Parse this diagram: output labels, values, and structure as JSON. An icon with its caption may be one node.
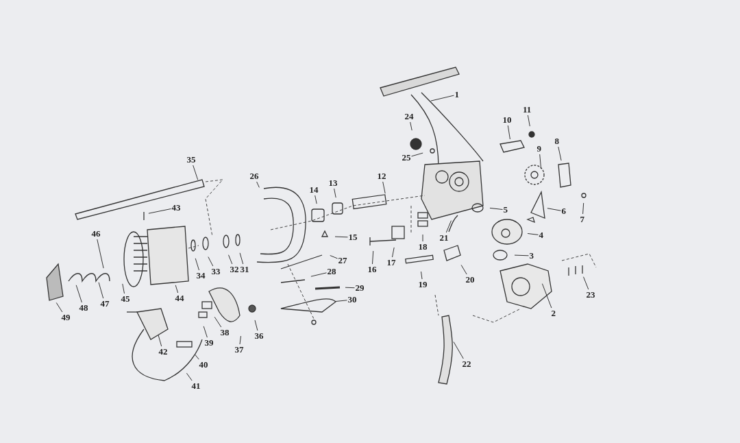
{
  "diagram": {
    "nodes": [
      {
        "text": [
          "1"
        ]
      },
      {
        "text": [
          "2"
        ]
      },
      {
        "text": [
          "3"
        ]
      },
      {
        "text": [
          "4"
        ]
      },
      {
        "text": [
          "5"
        ]
      },
      {
        "text": [
          "6"
        ]
      },
      {
        "text": [
          "7"
        ]
      },
      {
        "text": [
          "8"
        ]
      },
      {
        "text": [
          "9"
        ]
      },
      {
        "text": [
          "10"
        ]
      },
      {
        "text": [
          "11"
        ]
      },
      {
        "text": [
          "12"
        ]
      },
      {
        "text": [
          "13"
        ]
      },
      {
        "text": [
          "14"
        ]
      },
      {
        "text": [
          "15"
        ]
      },
      {
        "text": [
          "16"
        ]
      },
      {
        "text": [
          "17"
        ]
      },
      {
        "text": [
          "18"
        ]
      },
      {
        "text": [
          "19"
        ]
      },
      {
        "text": [
          "20"
        ]
      },
      {
        "text": [
          "21"
        ]
      },
      {
        "text": [
          "22"
        ]
      },
      {
        "text": [
          "23"
        ]
      },
      {
        "text": [
          "24"
        ]
      },
      {
        "text": [
          "25"
        ]
      },
      {
        "text": [
          "26"
        ]
      },
      {
        "text": [
          "27"
        ]
      },
      {
        "text": [
          "28"
        ]
      },
      {
        "text": [
          "29"
        ]
      },
      {
        "text": [
          "30"
        ]
      },
      {
        "text": [
          "31"
        ]
      },
      {
        "text": [
          "32"
        ]
      },
      {
        "text": [
          "33"
        ]
      },
      {
        "text": [
          "34"
        ]
      },
      {
        "text": [
          "35"
        ]
      },
      {
        "text": [
          "36"
        ]
      },
      {
        "text": [
          "37"
        ]
      },
      {
        "text": [
          "38"
        ]
      },
      {
        "text": [
          "39"
        ]
      },
      {
        "text": [
          "40"
        ]
      },
      {
        "text": [
          "41"
        ]
      },
      {
        "text": [
          "42"
        ]
      },
      {
        "text": [
          "43"
        ]
      },
      {
        "text": [
          "44"
        ]
      },
      {
        "text": [
          "45"
        ]
      },
      {
        "text": [
          "46"
        ]
      },
      {
        "text": [
          "47"
        ]
      },
      {
        "text": [
          "48"
        ]
      },
      {
        "text": [
          "49"
        ]
      }
    ],
    "edges": [
      {
        "from": 0,
        "to": null,
        "arrow": "none"
      },
      {
        "from": 1,
        "to": null,
        "arrow": "none"
      },
      {
        "from": 2,
        "to": null,
        "arrow": "none"
      },
      {
        "from": 3,
        "to": null,
        "arrow": "none"
      },
      {
        "from": 4,
        "to": null,
        "arrow": "none"
      },
      {
        "from": 5,
        "to": null,
        "arrow": "none"
      },
      {
        "from": 6,
        "to": null,
        "arrow": "none"
      },
      {
        "from": 7,
        "to": null,
        "arrow": "none"
      },
      {
        "from": 8,
        "to": null,
        "arrow": "none"
      },
      {
        "from": 9,
        "to": null,
        "arrow": "none"
      },
      {
        "from": 10,
        "to": null,
        "arrow": "none"
      },
      {
        "from": 11,
        "to": null,
        "arrow": "none"
      },
      {
        "from": 12,
        "to": null,
        "arrow": "none"
      },
      {
        "from": 13,
        "to": null,
        "arrow": "none"
      },
      {
        "from": 14,
        "to": null,
        "arrow": "none"
      },
      {
        "from": 15,
        "to": null,
        "arrow": "none"
      },
      {
        "from": 16,
        "to": null,
        "arrow": "none"
      },
      {
        "from": 17,
        "to": null,
        "arrow": "none"
      },
      {
        "from": 18,
        "to": null,
        "arrow": "none"
      },
      {
        "from": 19,
        "to": null,
        "arrow": "none"
      },
      {
        "from": 20,
        "to": null,
        "arrow": "none"
      },
      {
        "from": 21,
        "to": null,
        "arrow": "none"
      },
      {
        "from": 22,
        "to": null,
        "arrow": "none"
      },
      {
        "from": 23,
        "to": null,
        "arrow": "none"
      },
      {
        "from": 24,
        "to": null,
        "arrow": "none"
      },
      {
        "from": 25,
        "to": null,
        "arrow": "none"
      },
      {
        "from": 26,
        "to": null,
        "arrow": "none"
      },
      {
        "from": 27,
        "to": null,
        "arrow": "none"
      },
      {
        "from": 28,
        "to": null,
        "arrow": "none"
      },
      {
        "from": 29,
        "to": null,
        "arrow": "none"
      },
      {
        "from": 30,
        "to": null,
        "arrow": "none"
      },
      {
        "from": 31,
        "to": null,
        "arrow": "none"
      },
      {
        "from": 32,
        "to": null,
        "arrow": "none"
      },
      {
        "from": 33,
        "to": null,
        "arrow": "none"
      },
      {
        "from": 34,
        "to": null,
        "arrow": "none"
      },
      {
        "from": 35,
        "to": null,
        "arrow": "none"
      },
      {
        "from": 36,
        "to": null,
        "arrow": "none"
      },
      {
        "from": 37,
        "to": null,
        "arrow": "none"
      },
      {
        "from": 38,
        "to": null,
        "arrow": "none"
      },
      {
        "from": 39,
        "to": null,
        "arrow": "none"
      },
      {
        "from": 40,
        "to": null,
        "arrow": "none"
      },
      {
        "from": 41,
        "to": null,
        "arrow": "none"
      },
      {
        "from": 42,
        "to": null,
        "arrow": "none"
      },
      {
        "from": 43,
        "to": null,
        "arrow": "none"
      },
      {
        "from": 44,
        "to": null,
        "arrow": "none"
      },
      {
        "from": 45,
        "to": null,
        "arrow": "none"
      },
      {
        "from": 46,
        "to": null,
        "arrow": "none"
      },
      {
        "from": 47,
        "to": null,
        "arrow": "none"
      },
      {
        "from": 48,
        "to": null,
        "arrow": "none"
      }
    ]
  }
}
